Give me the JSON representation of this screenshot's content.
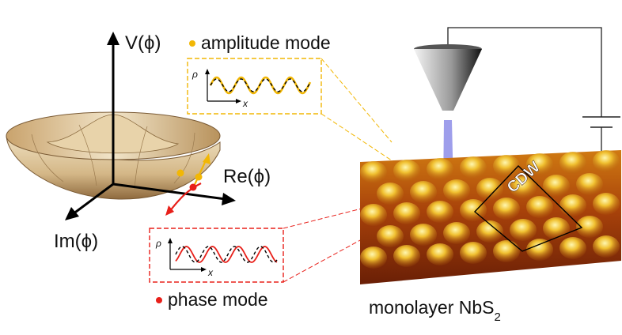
{
  "potential": {
    "axis_v": "V(ϕ)",
    "axis_re": "Re(ϕ)",
    "axis_im": "Im(ϕ)"
  },
  "amplitude_mode": {
    "label": "amplitude mode",
    "marker_color": "#f2b705",
    "rho": "ρ",
    "x": "x"
  },
  "phase_mode": {
    "label": "phase mode",
    "marker_color": "#e8201a",
    "rho": "ρ",
    "x": "x"
  },
  "sample": {
    "label_prefix": "monolayer NbS",
    "label_sub": "2",
    "cdw_label": "CDW"
  }
}
